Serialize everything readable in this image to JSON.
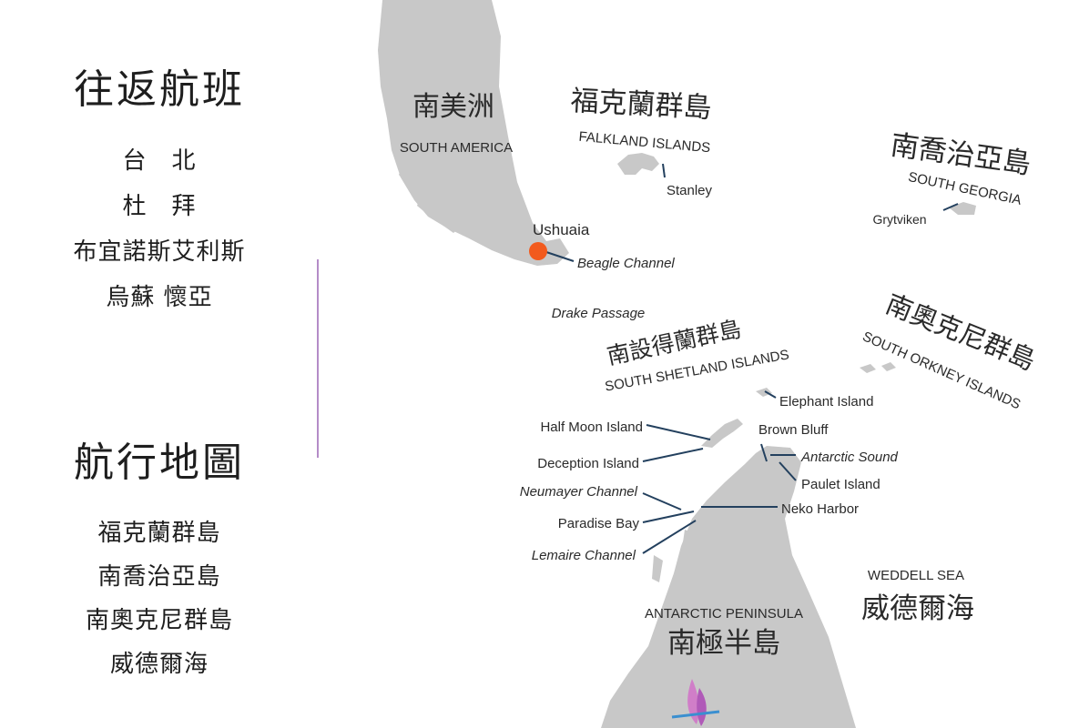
{
  "sidebar": {
    "flights_title": "往返航班",
    "flights": [
      "台　北",
      "杜　拜",
      "布宜諾斯艾利斯",
      "烏蘇 懷亞"
    ],
    "map_title": "航行地圖",
    "regions": [
      "福克蘭群島",
      "南喬治亞島",
      "南奧克尼群島",
      "威德爾海"
    ]
  },
  "map": {
    "south_america_zh": "南美洲",
    "south_america_en": "SOUTH AMERICA",
    "falkland_zh": "福克蘭群島",
    "falkland_en": "FALKLAND ISLANDS",
    "stanley": "Stanley",
    "south_georgia_zh": "南喬治亞島",
    "south_georgia_en": "SOUTH GEORGIA",
    "grytviken": "Grytviken",
    "ushuaia": "Ushuaia",
    "beagle_channel": "Beagle Channel",
    "drake_passage": "Drake Passage",
    "south_shetland_zh": "南設得蘭群島",
    "south_shetland_en": "SOUTH SHETLAND ISLANDS",
    "south_orkney_zh": "南奧克尼群島",
    "south_orkney_en": "SOUTH ORKNEY ISLANDS",
    "elephant_island": "Elephant Island",
    "brown_bluff": "Brown Bluff",
    "antarctic_sound": "Antarctic Sound",
    "paulet_island": "Paulet Island",
    "neko_harbor": "Neko Harbor",
    "half_moon_island": "Half Moon Island",
    "deception_island": "Deception Island",
    "neumayer_channel": "Neumayer Channel",
    "paradise_bay": "Paradise Bay",
    "lemaire_channel": "Lemaire Channel",
    "weddell_sea_en": "WEDDELL SEA",
    "weddell_sea_zh": "威德爾海",
    "antarctic_peninsula_en": "ANTARCTIC PENINSULA",
    "antarctic_peninsula_zh": "南極半島"
  },
  "colors": {
    "land": "#c8c8c8",
    "leader": "#23405e",
    "marker": "#f25a1d",
    "accent": "#b48cc8",
    "text": "#2a2a2a"
  },
  "icons": [
    "location-marker-icon",
    "brand-logo-icon"
  ]
}
